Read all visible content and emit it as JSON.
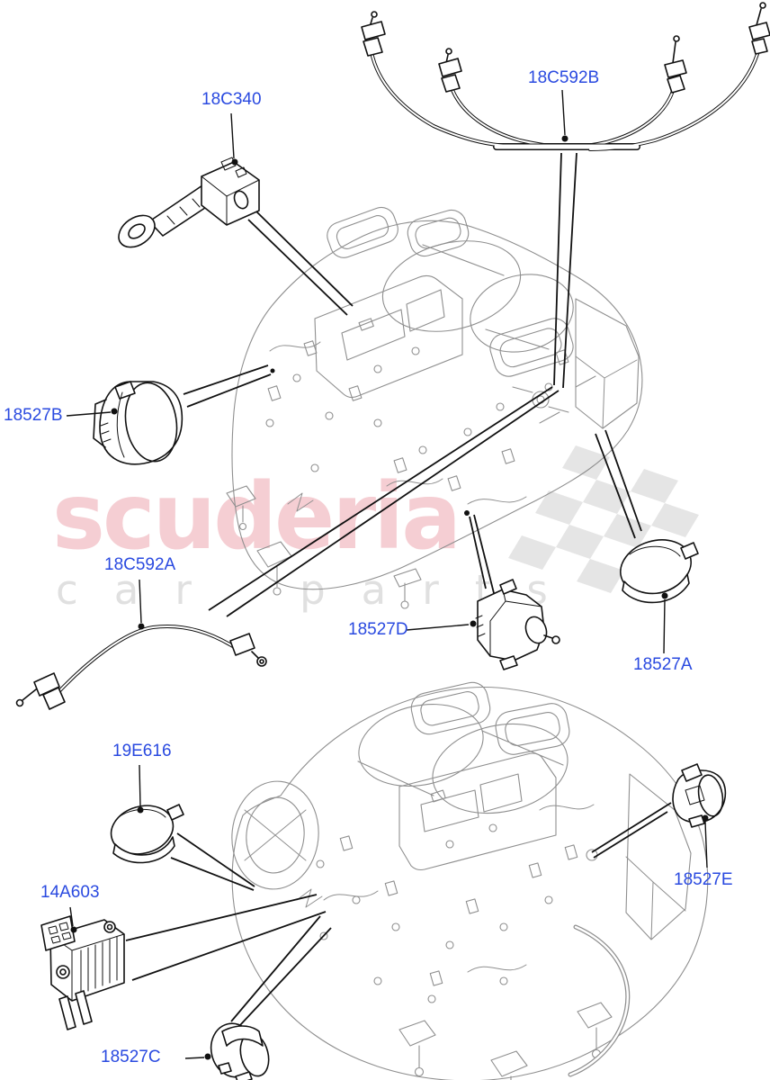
{
  "watermark": {
    "brand": "scuderia",
    "tagline": "car parts",
    "brand_color": "#f5ced3",
    "tagline_color": "#e0e0e0",
    "checker_color": "#e5e5e5"
  },
  "diagram": {
    "label_color": "#2a4ae0",
    "leader_color": "#111111",
    "unit_line_color": "#8f8f8f",
    "labels": [
      {
        "id": "18C340",
        "label": "18C340"
      },
      {
        "id": "18C592B",
        "label": "18C592B"
      },
      {
        "id": "18527B",
        "label": "18527B"
      },
      {
        "id": "18C592A",
        "label": "18C592A"
      },
      {
        "id": "18527D",
        "label": "18527D"
      },
      {
        "id": "18527A",
        "label": "18527A"
      },
      {
        "id": "19E616",
        "label": "19E616"
      },
      {
        "id": "14A603",
        "label": "14A603"
      },
      {
        "id": "18527E",
        "label": "18527E"
      },
      {
        "id": "18527C",
        "label": "18527C"
      }
    ]
  }
}
